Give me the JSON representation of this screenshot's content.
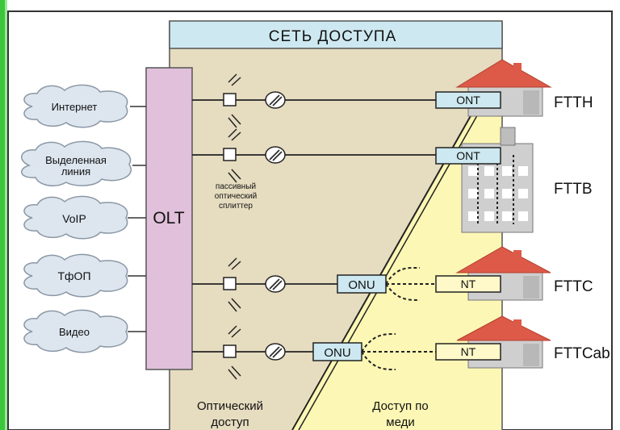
{
  "diagram": {
    "access_network_title": "СЕТЬ ДОСТУПА",
    "olt_label": "OLT",
    "splitter_caption": [
      "пассивный",
      "оптический",
      "сплиттер"
    ],
    "optical_access_label": [
      "Оптический",
      "доступ"
    ],
    "copper_access_label": [
      "Доступ по",
      "меди"
    ],
    "services": [
      "Интернет",
      "Выделенная линия",
      "VoIP",
      "ТфОП",
      "Видео"
    ],
    "services_display": [
      [
        "Интернет"
      ],
      [
        "Выделенная",
        "линия"
      ],
      [
        "VoIP"
      ],
      [
        "ТфОП"
      ],
      [
        "Видео"
      ]
    ],
    "ont_label": "ONT",
    "onu_label": "ONU",
    "nt_label": "NT",
    "fttx": [
      "FTTH",
      "FTTB",
      "FTTC",
      "FTTCab"
    ],
    "colors": {
      "optical_zone": "#e6dcc0",
      "copper_zone": "#fcf7b4",
      "header_band": "#cde8f0",
      "olt_box": "#e0c0da",
      "cloud": "#dde6ef",
      "roof": "#dd5a48",
      "house_wall": "#cfcfcf",
      "green_edge": "#3cc63c"
    }
  }
}
